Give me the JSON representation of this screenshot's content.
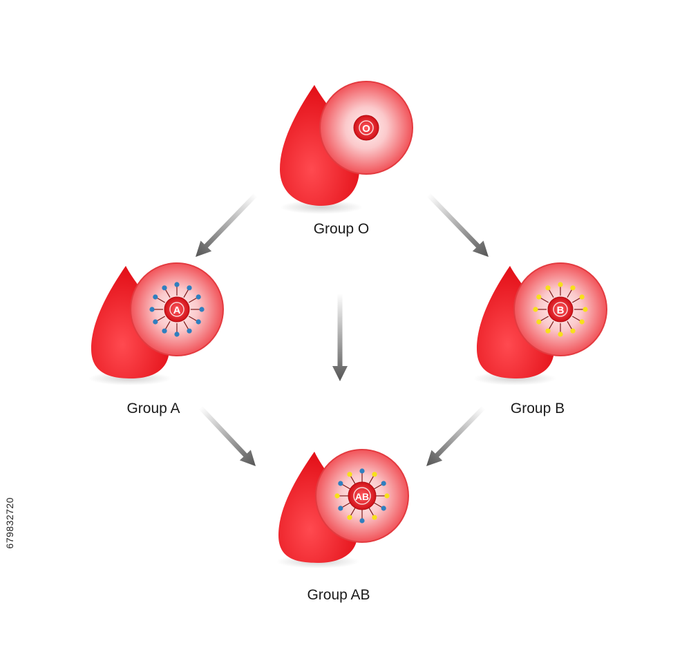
{
  "groups": {
    "o": {
      "label": "Group O",
      "core_letter": "O",
      "antigens": []
    },
    "a": {
      "label": "Group A",
      "core_letter": "A",
      "antigens": [
        "blue"
      ]
    },
    "b": {
      "label": "Group B",
      "core_letter": "B",
      "antigens": [
        "yellow"
      ]
    },
    "ab": {
      "label": "Group AB",
      "core_letter": "AB",
      "antigens": [
        "blue",
        "yellow"
      ]
    }
  },
  "arrows": [
    {
      "from": "o",
      "to": "a"
    },
    {
      "from": "o",
      "to": "b"
    },
    {
      "from": "o",
      "to": "ab"
    },
    {
      "from": "a",
      "to": "ab"
    },
    {
      "from": "b",
      "to": "ab"
    }
  ],
  "watermark": "679832720",
  "colors": {
    "drop": "#e8131b",
    "cell": "#f25a5f",
    "cell_center": "#fde8e9",
    "core": "#d9141b",
    "antigen_blue": "#2f7fbf",
    "antigen_yellow": "#f7e01b",
    "antigen_stem": "#7a1a1a",
    "arrow": "#555555",
    "text": "#1a1a1a"
  }
}
